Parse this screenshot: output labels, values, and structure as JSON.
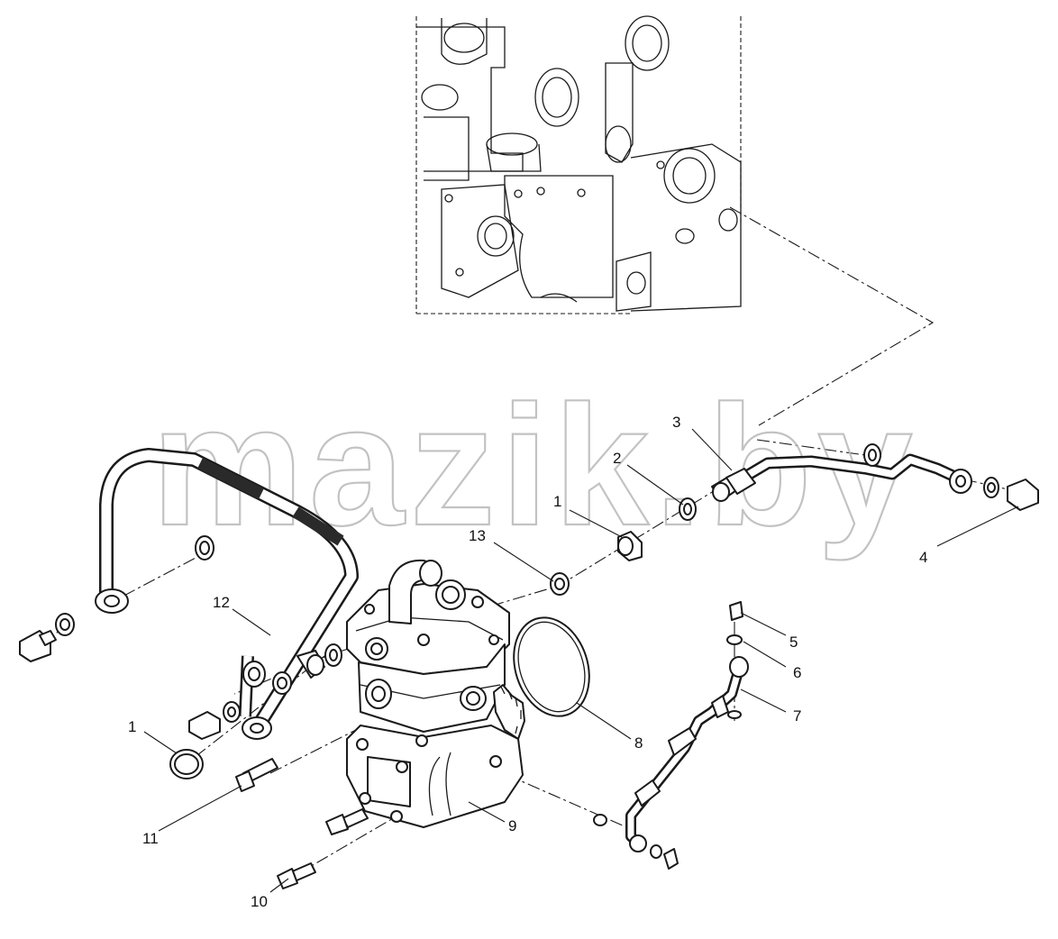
{
  "watermark": "mazik.by",
  "callouts": [
    {
      "id": "c1a",
      "label": "1"
    },
    {
      "id": "c2",
      "label": "2"
    },
    {
      "id": "c3",
      "label": "3"
    },
    {
      "id": "c4",
      "label": "4"
    },
    {
      "id": "c5",
      "label": "5"
    },
    {
      "id": "c6",
      "label": "6"
    },
    {
      "id": "c7",
      "label": "7"
    },
    {
      "id": "c8",
      "label": "8"
    },
    {
      "id": "c9",
      "label": "9"
    },
    {
      "id": "c10",
      "label": "10"
    },
    {
      "id": "c11",
      "label": "11"
    },
    {
      "id": "c12",
      "label": "12"
    },
    {
      "id": "c13",
      "label": "13"
    },
    {
      "id": "c1b",
      "label": "1"
    }
  ]
}
